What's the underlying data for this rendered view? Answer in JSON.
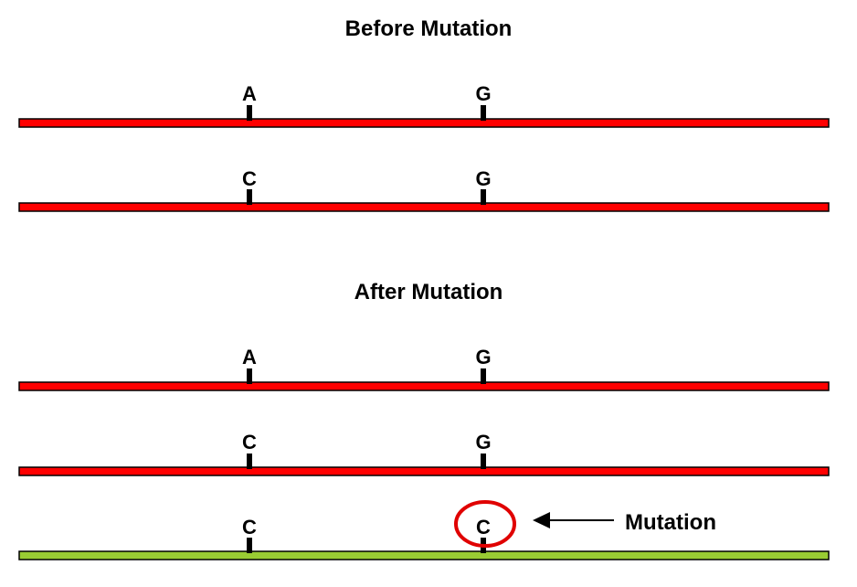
{
  "headings": {
    "before": "Before Mutation",
    "after": "After Mutation"
  },
  "colors": {
    "strand": "#ff0000",
    "mutated_strand": "#99cc33",
    "outline": "#000000",
    "highlight": "#e00000"
  },
  "strands": [
    {
      "section": "before",
      "bases": [
        "A",
        "G"
      ],
      "color": "#ff0000"
    },
    {
      "section": "before",
      "bases": [
        "C",
        "G"
      ],
      "color": "#ff0000"
    },
    {
      "section": "after",
      "bases": [
        "A",
        "G"
      ],
      "color": "#ff0000"
    },
    {
      "section": "after",
      "bases": [
        "C",
        "G"
      ],
      "color": "#ff0000"
    },
    {
      "section": "after",
      "bases": [
        "C",
        "C"
      ],
      "color": "#99cc33",
      "mutated_base_index": 1
    }
  ],
  "annotation": {
    "label": "Mutation",
    "icon": "arrow-left-icon"
  }
}
